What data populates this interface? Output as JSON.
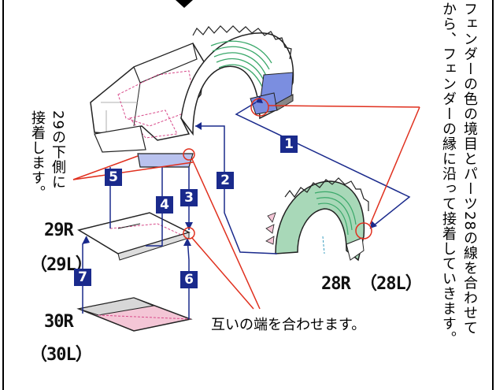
{
  "instructions": {
    "line1": "フェンダーの色の境目とパーツ28の線を合わせて",
    "line2": "から、フェンダーの縁に沿って接着していきます。"
  },
  "left_note": {
    "line1": "29の下側に",
    "line2": "接着します。"
  },
  "bottom_note": "互いの端を合わせます。",
  "parts": {
    "p28": "28R （28L）",
    "p29_r": "29R",
    "p29_l": "（29L）",
    "p30_r": "30R",
    "p30_l": "（30L）"
  },
  "steps": [
    "1",
    "2",
    "3",
    "4",
    "5",
    "6",
    "7"
  ],
  "colors": {
    "step_box": "#1a2a8c",
    "guide_line": "#1a2a8c",
    "callout": "#e0301e",
    "fender_blue": "#7b8ee0",
    "fender_green": "#3aa86a",
    "pink": "#f4c6d6"
  }
}
